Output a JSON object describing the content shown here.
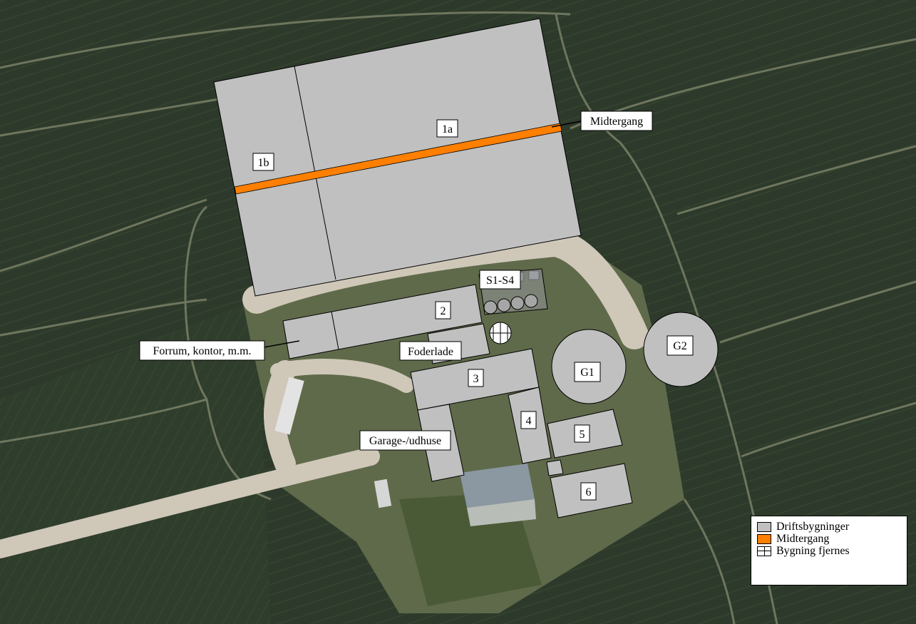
{
  "map": {
    "labels": {
      "b1a": "1a",
      "b1b": "1b",
      "midtergang": "Midtergang",
      "b2": "2",
      "s1s4": "S1-S4",
      "forrum": "Forrum, kontor, m.m.",
      "foderlade": "Foderlade",
      "b3": "3",
      "g1": "G1",
      "g2": "G2",
      "b4": "4",
      "b5": "5",
      "garage": "Garage-/udhuse",
      "b6": "6"
    },
    "colors": {
      "field": "#2d3a2b",
      "building": "#c0c0c0",
      "midtergang": "#ff7f00",
      "road": "#cfc7b8"
    }
  },
  "legend": {
    "items": [
      {
        "label": "Driftsbygninger",
        "swatch": "grey"
      },
      {
        "label": "Midtergang",
        "swatch": "orange"
      },
      {
        "label": "Bygning fjernes",
        "swatch": "grid"
      }
    ]
  }
}
